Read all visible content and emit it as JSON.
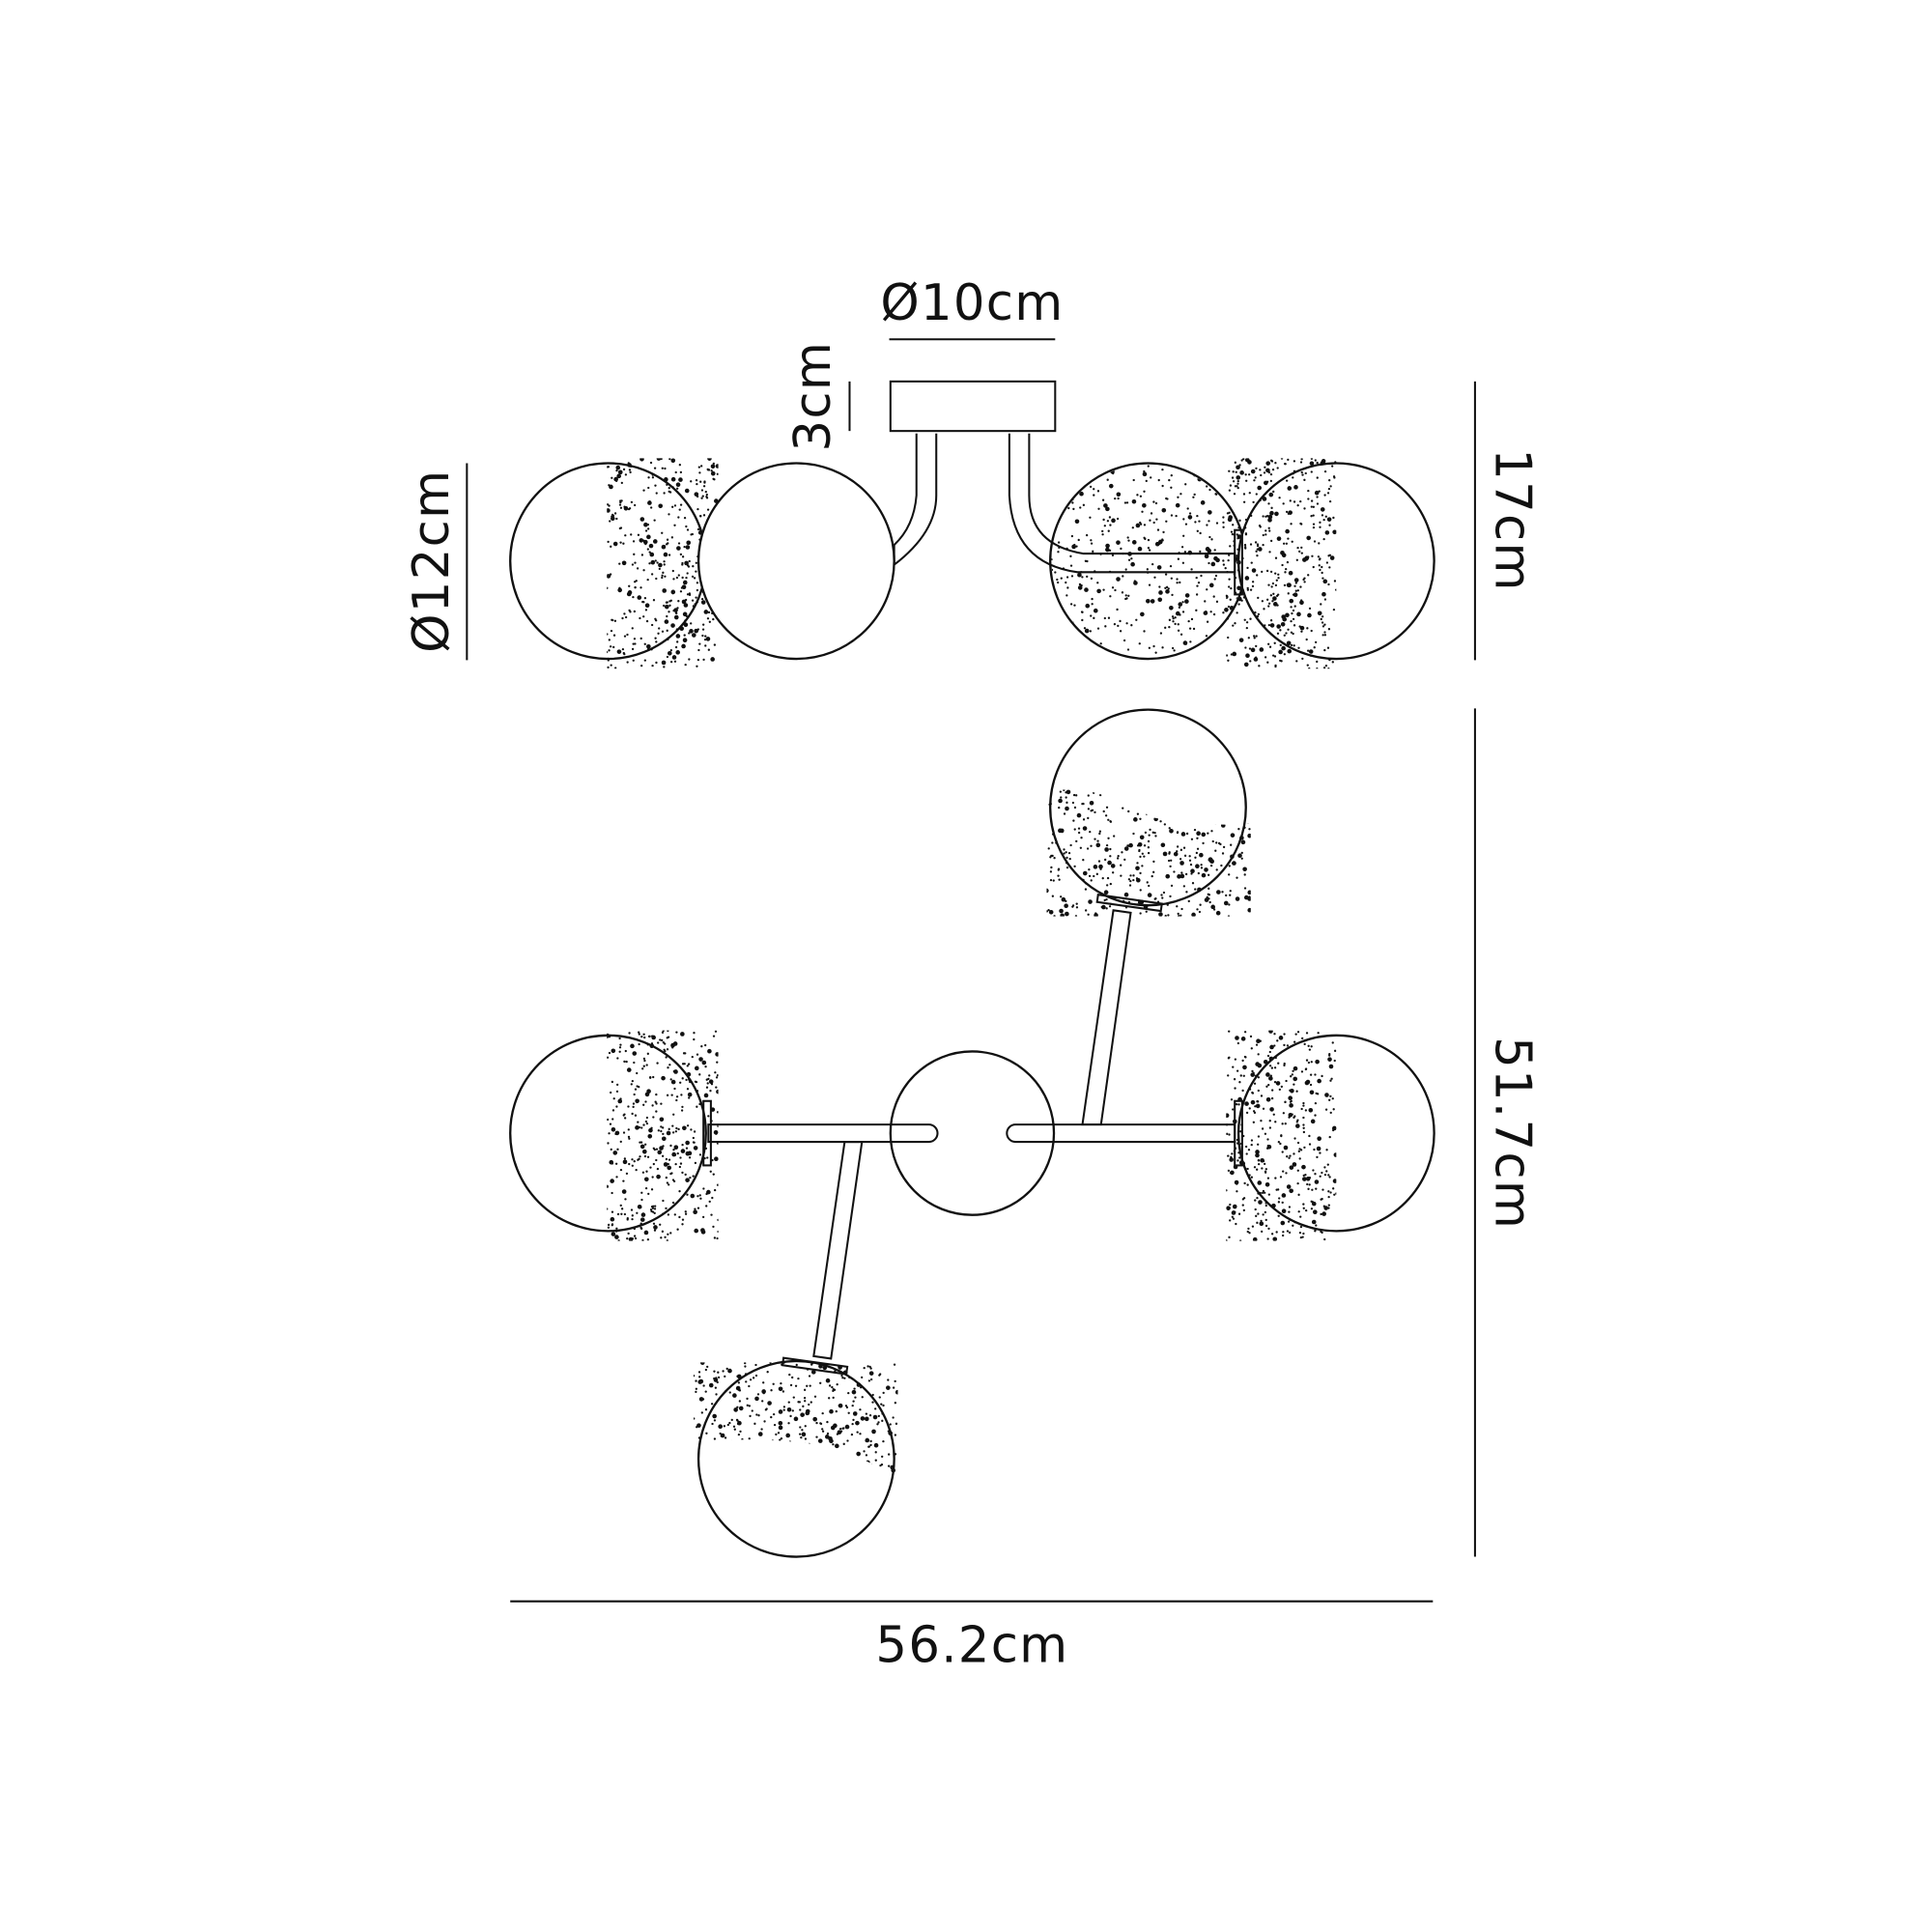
{
  "dimensions": {
    "canopy_diameter": "Ø10cm",
    "canopy_height": "3cm",
    "globe_diameter": "Ø12cm",
    "total_height": "17cm",
    "depth": "51.7cm",
    "width": "56.2cm"
  },
  "colors": {
    "line": "#111111",
    "background": "#ffffff"
  }
}
